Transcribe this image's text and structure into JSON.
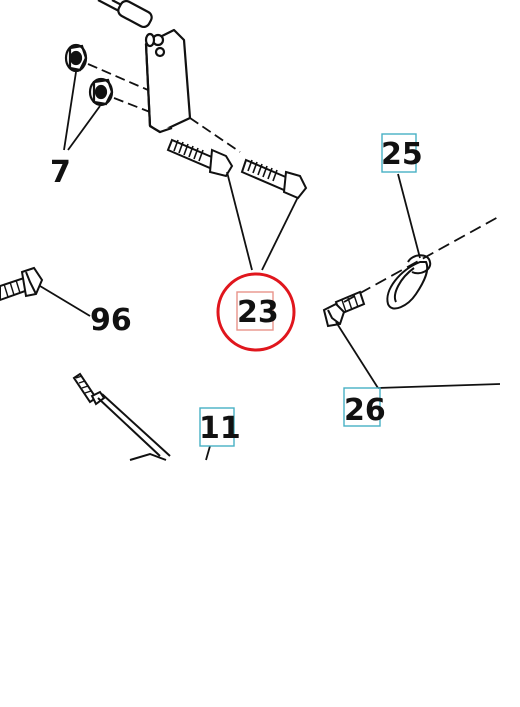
{
  "colors": {
    "ink": "#111111",
    "paper": "#ffffff",
    "callout_box": "#48b0c4",
    "selected_box": "#e8938a",
    "highlight_ring": "#e0161d"
  },
  "callouts": {
    "c7": "7",
    "c96": "96",
    "c23": "23",
    "c25": "25",
    "c26": "26",
    "c11": "11"
  },
  "selected_callout": "23"
}
